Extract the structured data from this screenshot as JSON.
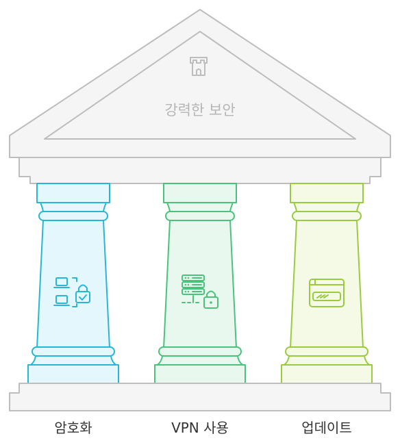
{
  "roof": {
    "title": "강력한 보안",
    "icon": "castle-tower-icon"
  },
  "pillars": [
    {
      "label": "암호화",
      "icon": "laptops-lock-icon",
      "stroke": "#27b6d6",
      "fill": "#e3f7fc"
    },
    {
      "label": "VPN 사용",
      "icon": "server-lock-icon",
      "stroke": "#49c37c",
      "fill": "#e8f8ef"
    },
    {
      "label": "업데이트",
      "icon": "browser-progress-icon",
      "stroke": "#9acb3e",
      "fill": "#f4fae6"
    }
  ],
  "colors": {
    "structure_stroke": "#bdbdbd",
    "structure_fill": "#f5f5f5"
  }
}
